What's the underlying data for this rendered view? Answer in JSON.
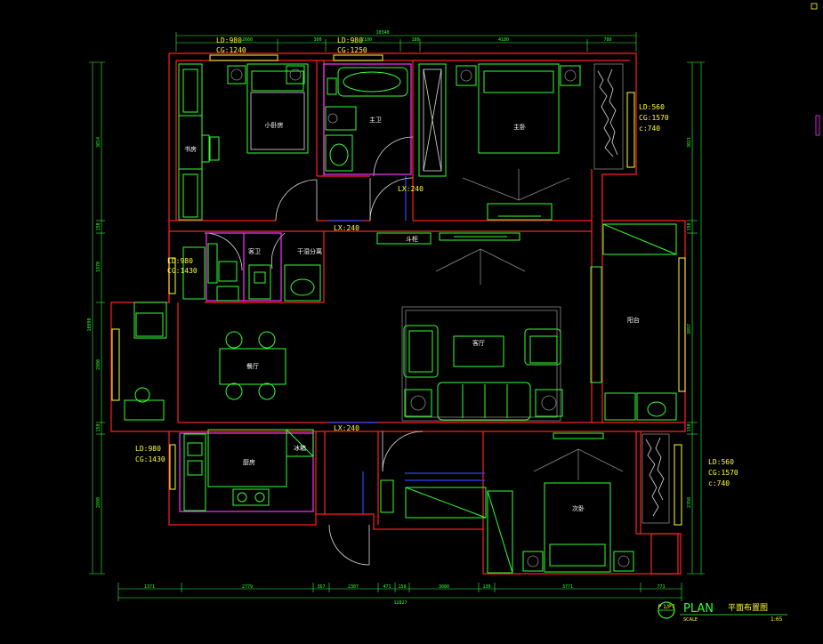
{
  "rooms": {
    "small_bedroom": "小卧房",
    "study": "书房",
    "main_bath": "主卫",
    "master": "主卧",
    "guest_bath": "客卫",
    "wash": "干湿分离",
    "shoe": "斗柜",
    "living": "客厅",
    "balcony": "阳台",
    "dining": "餐厅",
    "kitchen": "厨房",
    "fridge": "冰箱",
    "second": "次卧"
  },
  "tags": {
    "w1_ld": "LD:980",
    "w1_cg": "CG:1240",
    "w2_ld": "LD:980",
    "w2_cg": "CG:1250",
    "lx1": "LX:240",
    "lx2": "LX:240",
    "lx3": "LX:240",
    "left1_ld": "LD:980",
    "left1_cg": "CG:1430",
    "left2_ld": "LD:980",
    "left2_cg": "CG:1430",
    "r1_ld": "LD:560",
    "r1_cg": "CG:1570",
    "r1_c": "c:740",
    "r2_ld": "LD:560",
    "r2_cg": "CG:1570",
    "r2_c": "c:740"
  },
  "dims": {
    "top_total": "10340",
    "top": [
      "2660",
      "300",
      "2100",
      "180",
      "4180",
      "780"
    ],
    "bottom_total": "12827",
    "bottom": [
      "1371",
      "2779",
      "367",
      "2307",
      "471",
      "150",
      "3080",
      "130",
      "3771",
      "771"
    ],
    "left": [
      "3014",
      "150",
      "1870",
      "10890",
      "2800",
      "150",
      "2880"
    ],
    "right": [
      "3021",
      "150",
      "3897",
      "150",
      "2350"
    ]
  },
  "title": {
    "plan": "PLAN",
    "name": "平面布置图",
    "scale_word": "SCALE",
    "scale": "1:65",
    "sheet": "P 1/P7"
  },
  "colors": {
    "wall": "#ff2020",
    "furniture": "#33ff33",
    "door": "#ff33ff",
    "glazing": "#3344ff",
    "annotation": "#ffff33"
  }
}
